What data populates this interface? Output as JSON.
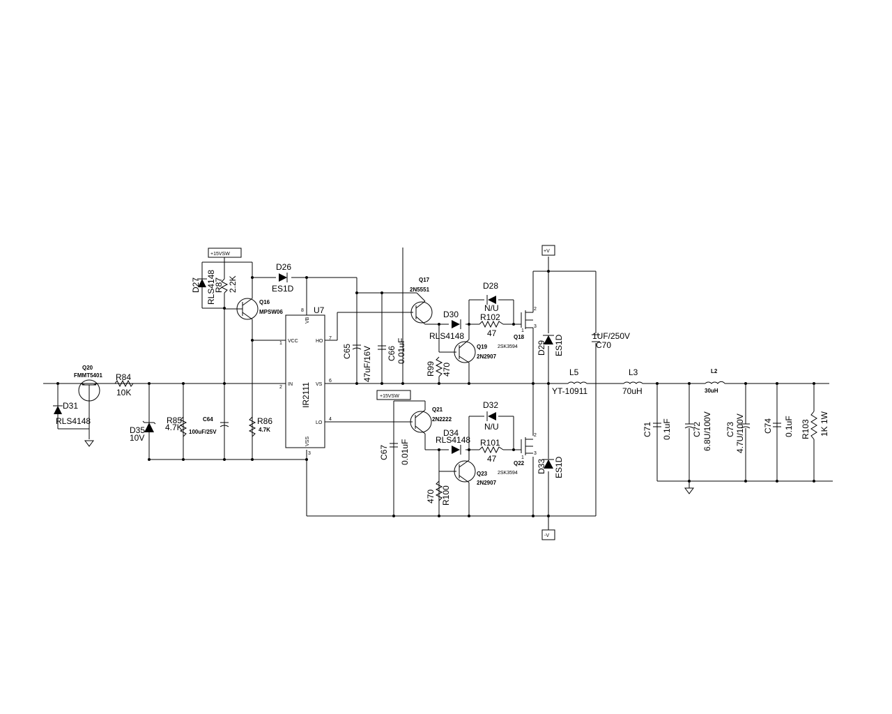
{
  "power": {
    "vsw_top": "+15VSW",
    "vsw_mid": "+15VSW",
    "vplus": "+V",
    "vminus": "-V"
  },
  "ic": {
    "ref": "U7",
    "part": "IR2111",
    "pins": {
      "vb": "VB",
      "vcc": "VCC",
      "in": "IN",
      "vss": "VSS",
      "ho": "HO",
      "vs": "VS",
      "lo": "LO",
      "n8": "8",
      "n1": "1",
      "n2": "2",
      "n3": "3",
      "n7": "7",
      "n6": "6",
      "n4": "4"
    }
  },
  "components": {
    "q20": {
      "ref": "Q20",
      "part": "FMMT5401"
    },
    "d31": {
      "ref": "D31",
      "part": "RLS4148"
    },
    "r84": {
      "ref": "R84",
      "value": "10K"
    },
    "d35": {
      "ref": "D35",
      "value": "10V"
    },
    "r85": {
      "ref": "R85",
      "value": "4.7K"
    },
    "c64": {
      "ref": "C64",
      "value": "100uF/25V"
    },
    "d27": {
      "ref": "D27",
      "part": "RLS4148"
    },
    "r87": {
      "ref": "R87",
      "value": "2.2K"
    },
    "q16": {
      "ref": "Q16",
      "part": "MPSW06"
    },
    "r86": {
      "ref": "R86",
      "value": "4.7K"
    },
    "d26": {
      "ref": "D26",
      "part": "ES1D"
    },
    "c65": {
      "ref": "C65",
      "value": "47uF/16V"
    },
    "c66": {
      "ref": "C66",
      "value": "0.01uF"
    },
    "q17": {
      "ref": "Q17",
      "part": "2N5551"
    },
    "d30": {
      "ref": "D30",
      "part": "RLS4148"
    },
    "r99": {
      "ref": "R99",
      "value": "470"
    },
    "q19": {
      "ref": "Q19",
      "part": "2N2907"
    },
    "d28": {
      "ref": "D28",
      "value": "N/U"
    },
    "r102": {
      "ref": "R102",
      "value": "47"
    },
    "q18": {
      "ref": "Q18",
      "part": "2SK3594"
    },
    "d29": {
      "ref": "D29",
      "part": "ES1D"
    },
    "c70": {
      "ref": "C70",
      "value": "1UF/250V"
    },
    "l5": {
      "ref": "L5",
      "part": "YT-10911"
    },
    "c67": {
      "ref": "C67",
      "value": "0.01uF"
    },
    "q21": {
      "ref": "Q21",
      "part": "2N2222"
    },
    "d34": {
      "ref": "D34",
      "part": "RLS4148"
    },
    "r100": {
      "ref": "R100",
      "value": "470"
    },
    "q23": {
      "ref": "Q23",
      "part": "2N2907"
    },
    "d32": {
      "ref": "D32",
      "value": "N/U"
    },
    "r101": {
      "ref": "R101",
      "value": "47"
    },
    "q22": {
      "ref": "Q22",
      "part": "2SK3594"
    },
    "d33": {
      "ref": "D33",
      "part": "ES1D"
    },
    "l3": {
      "ref": "L3",
      "value": "70uH"
    },
    "l2": {
      "ref": "L2",
      "value": "30uH"
    },
    "c71": {
      "ref": "C71",
      "value": "0.1uF"
    },
    "c72": {
      "ref": "C72",
      "value": "6.8U/100V"
    },
    "c73": {
      "ref": "C73",
      "value": "4.7U/100V"
    },
    "c74": {
      "ref": "C74",
      "value": "0.1uF"
    },
    "r103": {
      "ref": "R103",
      "value": "1K 1W"
    }
  },
  "pin_numbers": {
    "q18": {
      "p1": "1",
      "p2": "2",
      "p3": "3"
    },
    "q22": {
      "p1": "1",
      "p2": "2",
      "p3": "3"
    }
  }
}
